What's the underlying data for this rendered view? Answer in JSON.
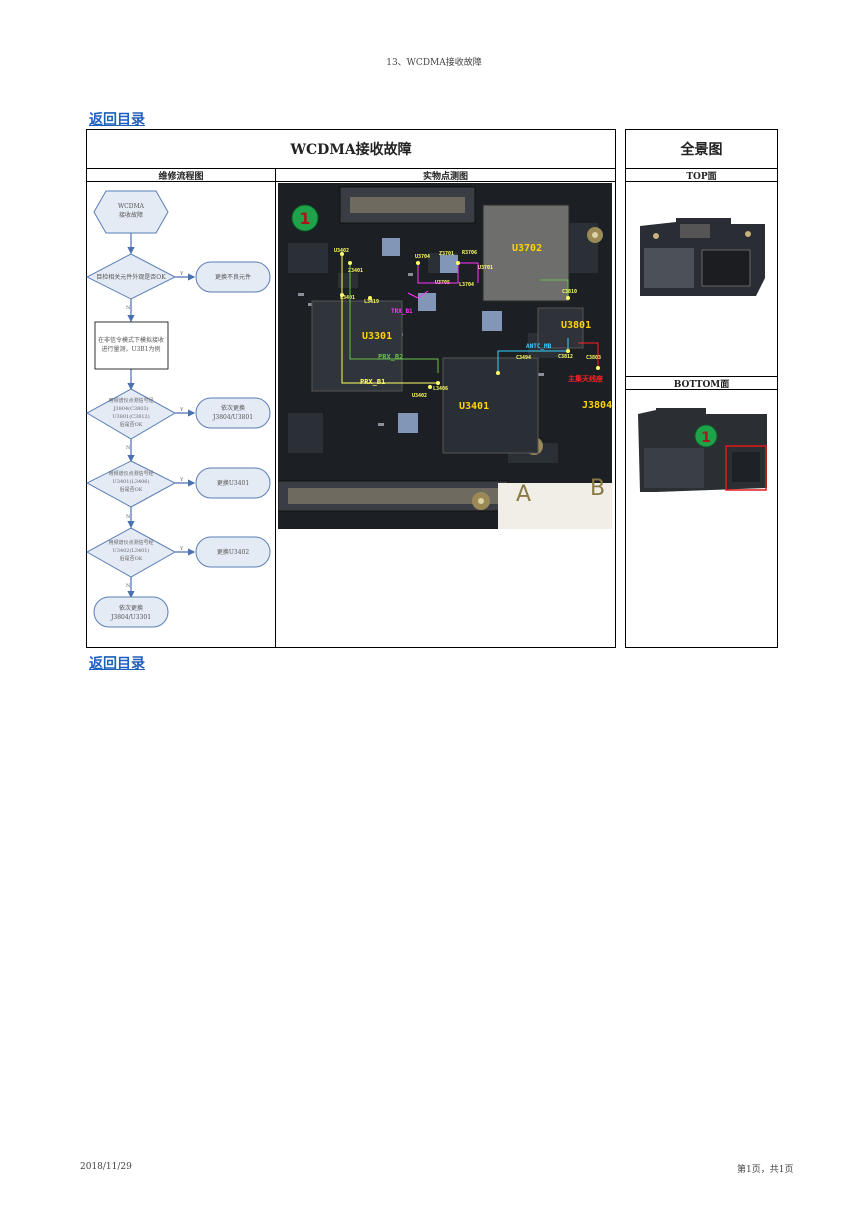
{
  "header": {
    "title": "13、WCDMA接收故障"
  },
  "links": {
    "back_top": "返回目录",
    "back_bottom": "返回目录"
  },
  "main_table": {
    "title": "WCDMA接收故障",
    "col_flow": "维修流程图",
    "col_photo": "实物点测图"
  },
  "overview": {
    "title": "全景图",
    "top_label": "TOP面",
    "bottom_label": "BOTTOM面",
    "marker": "1"
  },
  "flowchart": {
    "start": [
      "WCDMA",
      "接收故障"
    ],
    "q1": "目检相关元件外观是否OK",
    "a1": "更换不良元件",
    "step1": [
      "在非信令模式下模拟接收",
      "进行量测，U3B1为例"
    ],
    "q2": [
      "用频谱仪点测信号经",
      "J3804(C3803)",
      "U3801(C3812)",
      "后是否OK"
    ],
    "a2": [
      "依次更换",
      "J3804/U3801"
    ],
    "q3": [
      "用频谱仪点测信号经",
      "U3401(L3406)",
      "后是否OK"
    ],
    "a3": "更换U3401",
    "q4": [
      "用频谱仪点测信号经",
      "U3402(L3401)",
      "后是否OK"
    ],
    "a4": "更换U3402",
    "end": [
      "依次更换",
      "J3804/U3301"
    ],
    "yes": "Y",
    "no": "N"
  },
  "photo": {
    "marker": "1",
    "chips": {
      "u3702": "U3702",
      "u3801": "U3801",
      "u3301": "U3301",
      "u3401": "U3401",
      "j3804": "J3804",
      "letter_a": "A",
      "letter_b": "B"
    },
    "labels": {
      "u3402_top": "U3402",
      "z3401": "Z3401",
      "l3401": "L3401",
      "l3419": "L3419",
      "u3704": "U3704",
      "z3701": "Z3701",
      "r3706": "R3706",
      "u3701": "U3701",
      "u3705": "U3705",
      "l3704": "L3704",
      "prx_b2": "PRX_B2",
      "prx_b1": "PRX_B1",
      "l3406": "L3406",
      "u3402_bot": "U3402",
      "c3810": "C3810",
      "antc_mb": "ANTC_MB",
      "c3494": "C3494",
      "c3812": "C3812",
      "c3803": "C3803",
      "magenta_note": "TRX_B1",
      "red_note": "主集天线座"
    }
  },
  "footer": {
    "date": "2018/11/29",
    "page": "第1页，共1页"
  }
}
